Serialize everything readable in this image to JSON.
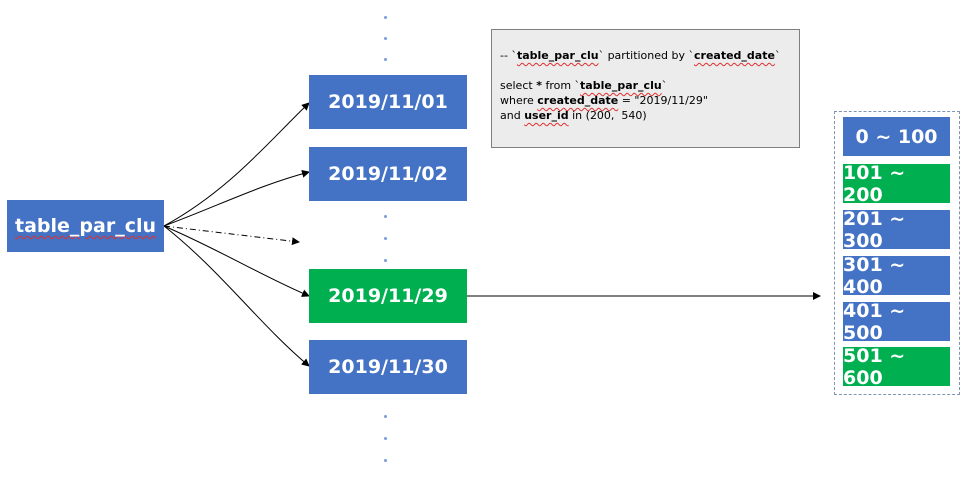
{
  "source_table": {
    "label": "table_par_clu"
  },
  "partitions": [
    {
      "label": "2019/11/01",
      "highlight": false
    },
    {
      "label": "2019/11/02",
      "highlight": false
    },
    {
      "label": "2019/11/29",
      "highlight": true
    },
    {
      "label": "2019/11/30",
      "highlight": false
    }
  ],
  "query": {
    "comment_prefix": "-- `",
    "comment_table": "table_par_clu",
    "comment_middle": "` partitioned by `",
    "comment_column": "created_date",
    "comment_suffix": "`",
    "select_prefix": "select ",
    "select_star": "*",
    "select_from": " from `",
    "select_table": "table_par_clu",
    "select_suffix": "`",
    "where_prefix": "where ",
    "where_column": "created_date",
    "where_value": " = \"2019/11/29\"",
    "and_prefix": "and ",
    "and_column": "user_id",
    "and_value": " in (200,  540)"
  },
  "buckets": [
    {
      "label": "0 ~ 100",
      "highlight": false
    },
    {
      "label": "101 ~ 200",
      "highlight": true
    },
    {
      "label": "201 ~ 300",
      "highlight": false
    },
    {
      "label": "301 ~ 400",
      "highlight": false
    },
    {
      "label": "401 ~ 500",
      "highlight": false
    },
    {
      "label": "501 ~ 600",
      "highlight": true
    }
  ],
  "colors": {
    "blue": "#4472c4",
    "green": "#00b050",
    "query_bg": "#ececec"
  }
}
